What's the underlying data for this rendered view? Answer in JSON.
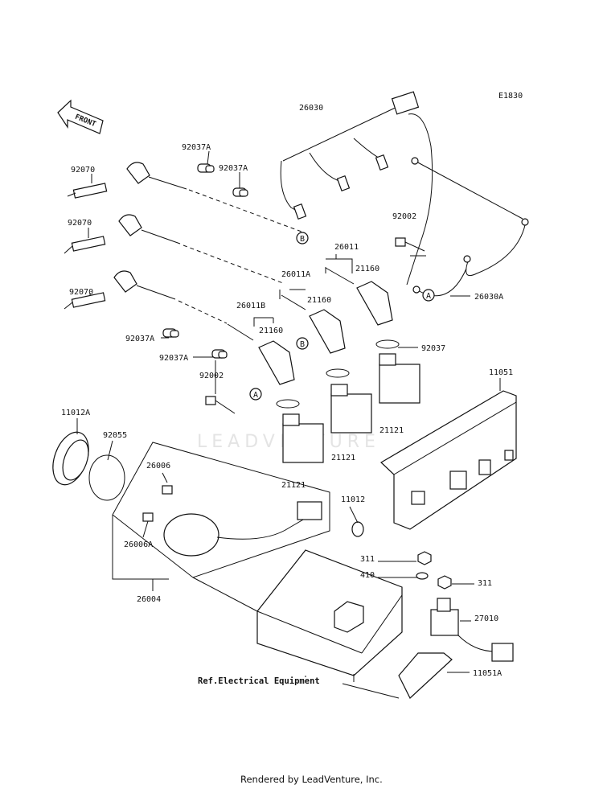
{
  "diagram": {
    "code": "E1830",
    "front_label": "FRONT",
    "reference_note": "Ref.Electrical Equipment",
    "footer": "Rendered by LeadVenture, Inc.",
    "watermark": "LEADVENTURE",
    "markers": [
      "A",
      "B"
    ],
    "parts": [
      {
        "id": "p_92070a",
        "label": "92070"
      },
      {
        "id": "p_92070b",
        "label": "92070"
      },
      {
        "id": "p_92070c",
        "label": "92070"
      },
      {
        "id": "p_92037A_1",
        "label": "92037A"
      },
      {
        "id": "p_92037A_2",
        "label": "92037A"
      },
      {
        "id": "p_92037A_3",
        "label": "92037A"
      },
      {
        "id": "p_92037A_4",
        "label": "92037A"
      },
      {
        "id": "p_26030",
        "label": "26030"
      },
      {
        "id": "p_26030A",
        "label": "26030A"
      },
      {
        "id": "p_92002a",
        "label": "92002"
      },
      {
        "id": "p_92002b",
        "label": "92002"
      },
      {
        "id": "p_26011",
        "label": "26011"
      },
      {
        "id": "p_26011A",
        "label": "26011A"
      },
      {
        "id": "p_26011B",
        "label": "26011B"
      },
      {
        "id": "p_21160a",
        "label": "21160"
      },
      {
        "id": "p_21160b",
        "label": "21160"
      },
      {
        "id": "p_21160c",
        "label": "21160"
      },
      {
        "id": "p_92037",
        "label": "92037"
      },
      {
        "id": "p_11051",
        "label": "11051"
      },
      {
        "id": "p_11012A",
        "label": "11012A"
      },
      {
        "id": "p_92055",
        "label": "92055"
      },
      {
        "id": "p_21121a",
        "label": "21121"
      },
      {
        "id": "p_21121b",
        "label": "21121"
      },
      {
        "id": "p_21121c",
        "label": "21121"
      },
      {
        "id": "p_26006",
        "label": "26006"
      },
      {
        "id": "p_26006A",
        "label": "26006A"
      },
      {
        "id": "p_11012",
        "label": "11012"
      },
      {
        "id": "p_26004",
        "label": "26004"
      },
      {
        "id": "p_311a",
        "label": "311"
      },
      {
        "id": "p_410",
        "label": "410"
      },
      {
        "id": "p_311b",
        "label": "311"
      },
      {
        "id": "p_27010",
        "label": "27010"
      },
      {
        "id": "p_11051A",
        "label": "11051A"
      }
    ]
  }
}
